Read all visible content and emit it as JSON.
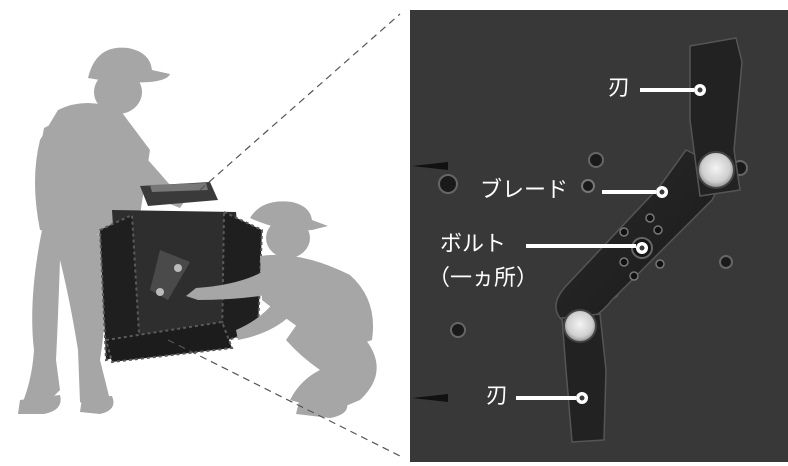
{
  "labels": {
    "blade_top": "刃",
    "blade_bottom": "刃",
    "blade_assembly": "ブレード",
    "bolt": "ボルト",
    "bolt_note": "（一ヵ所）"
  },
  "colors": {
    "silhouette": "#a6a6a6",
    "machine_dark": "#2e2e2e",
    "photo_bg": "#3b3b3b",
    "label_text": "#ffffff",
    "dashed_line": "#555555"
  }
}
